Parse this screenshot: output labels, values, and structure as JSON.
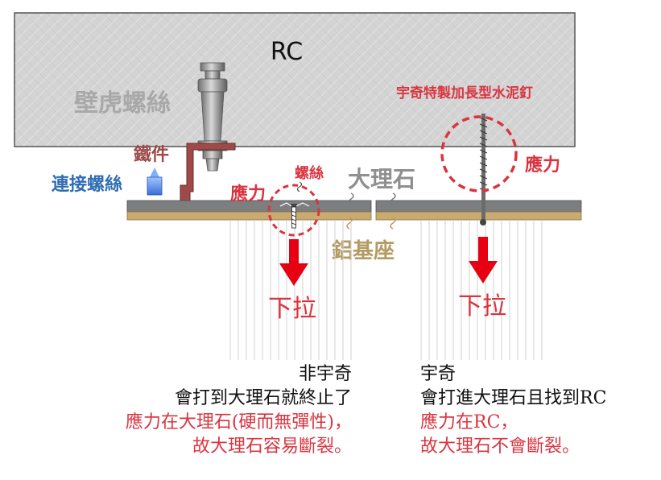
{
  "labels": {
    "rc": "RC",
    "wall_anchor": "壁虎螺絲",
    "iron_piece": "鐵件",
    "connect_screw": "連接螺絲",
    "stress_left": "應力",
    "screw": "螺絲",
    "marble": "大理石",
    "aluminum_base": "鋁基座",
    "yuqi_nail": "宇奇特製加長型水泥釘",
    "stress_right": "應力",
    "pull_left": "下拉",
    "pull_right": "下拉"
  },
  "captions": {
    "left": {
      "line1": "非宇奇",
      "line2": "會打到大理石就終止了",
      "line3": "應力在大理石(硬而無彈性)，",
      "line4": "故大理石容易斷裂。"
    },
    "right": {
      "line1": "宇奇",
      "line2": "會打進大理石且找到RC",
      "line3": "應力在RC，",
      "line4": "故大理石不會斷裂。"
    }
  },
  "colors": {
    "rc_fill": "#d3d3d3",
    "marble": "#7d7e80",
    "aluminum": "#c9aa72",
    "bracket": "#9e4a4a",
    "accent_red": "#d9343f",
    "arrow_red": "#e60012",
    "gray_text": "#8f8f8f",
    "tan_text": "#b49a63",
    "blue_text": "#2f6db3"
  }
}
